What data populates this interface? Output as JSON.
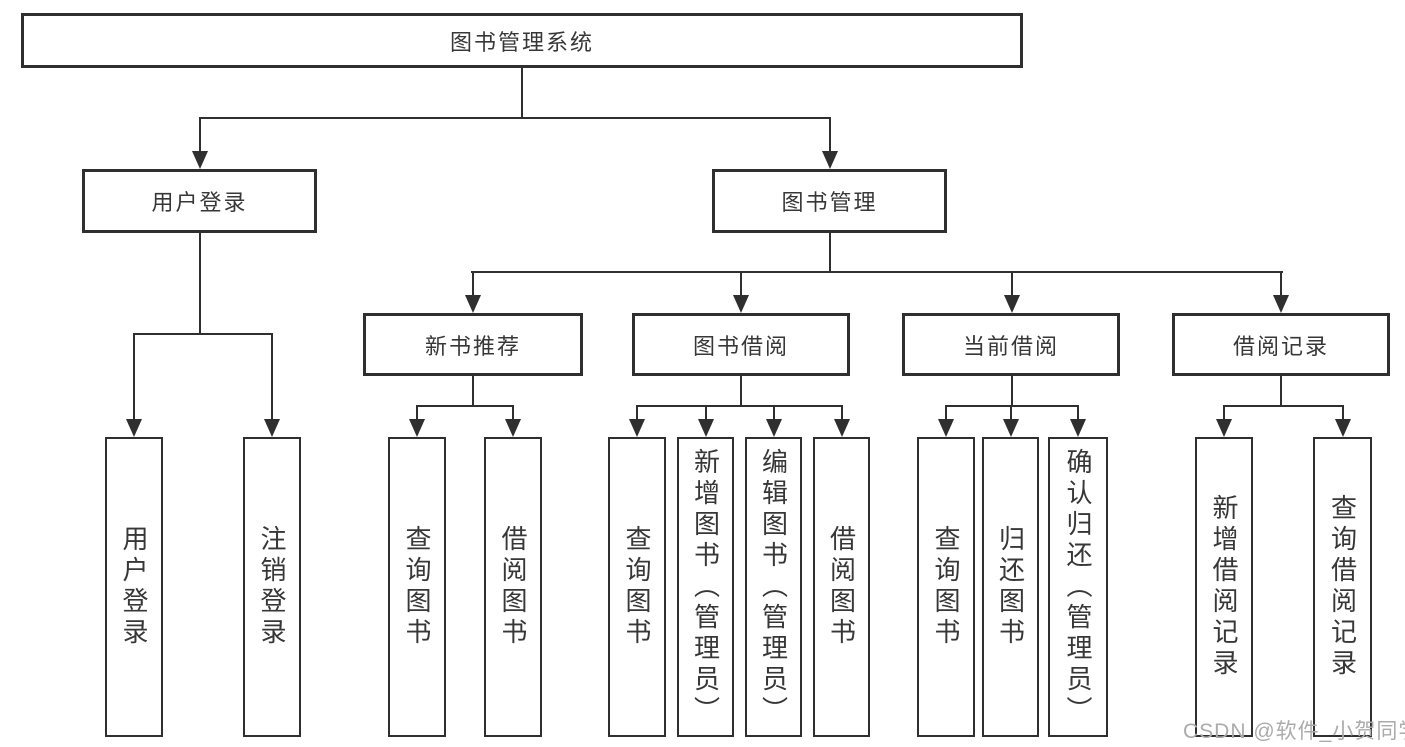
{
  "colors": {
    "line": "#2f2f2f",
    "text": "#373737",
    "watermark": "#ababab",
    "bg": "#ffffff"
  },
  "diagram": {
    "root": "图书管理系统",
    "l1": [
      {
        "label": "用户登录"
      },
      {
        "label": "图书管理"
      }
    ],
    "l2": [
      {
        "label": "新书推荐"
      },
      {
        "label": "图书借阅"
      },
      {
        "label": "当前借阅"
      },
      {
        "label": "借阅记录"
      }
    ],
    "leaves": [
      [
        "用户登录",
        "注销登录"
      ],
      [
        "查询图书",
        "借阅图书"
      ],
      [
        "查询图书",
        "新增图书（管理员）",
        "编辑图书（管理员）",
        "借阅图书"
      ],
      [
        "查询图书",
        "归还图书",
        "确认归还（管理员）"
      ],
      [
        "新增借阅记录",
        "查询借阅记录"
      ]
    ]
  },
  "watermark": "CSDN @软件_小贺同学"
}
